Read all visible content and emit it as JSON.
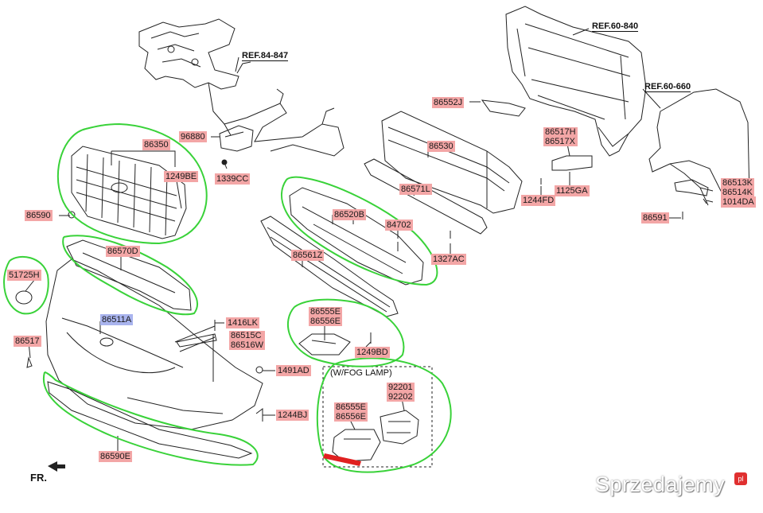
{
  "refs": {
    "ref_84_847": "REF.84-847",
    "ref_60_840": "REF.60-840",
    "ref_60_660": "REF.60-660"
  },
  "parts": {
    "p86350": "86350",
    "p1249BE": "1249BE",
    "p86590": "86590",
    "p96880": "96880",
    "p1339CC": "1339CC",
    "p86570D": "86570D",
    "p51725H": "51725H",
    "p86511A": "86511A",
    "p86517": "86517",
    "p1416LK": "1416LK",
    "p86515C": "86515C",
    "p86516W": "86516W",
    "p1491AD": "1491AD",
    "p1244BJ": "1244BJ",
    "p86590E": "86590E",
    "p86552J": "86552J",
    "p86530": "86530",
    "p86571L": "86571L",
    "p86520B": "86520B",
    "p84702": "84702",
    "p86561Z": "86561Z",
    "p1327AC": "1327AC",
    "p86555E_top": "86555E",
    "p86556E_top": "86556E",
    "p1249BD": "1249BD",
    "p86517H": "86517H",
    "p86517X": "86517X",
    "p1244FD": "1244FD",
    "p1125GA": "1125GA",
    "p86513K": "86513K",
    "p86514K": "86514K",
    "p1014DA": "1014DA",
    "p86591": "86591",
    "p92201": "92201",
    "p92202": "92202",
    "p86555E_fog": "86555E",
    "p86556E_fog": "86556E"
  },
  "fog_lamp_title": "(W/FOG LAMP)",
  "direction_label": "FR.",
  "watermark": {
    "text": "Sprzedajemy",
    "badge": "pl"
  },
  "colors": {
    "label_fill": "#f3a6a6",
    "highlight_label_fill": "#a9b4ee",
    "circle_outline": "#39d239",
    "red_mark": "#e02020",
    "line_art": "#222222"
  }
}
